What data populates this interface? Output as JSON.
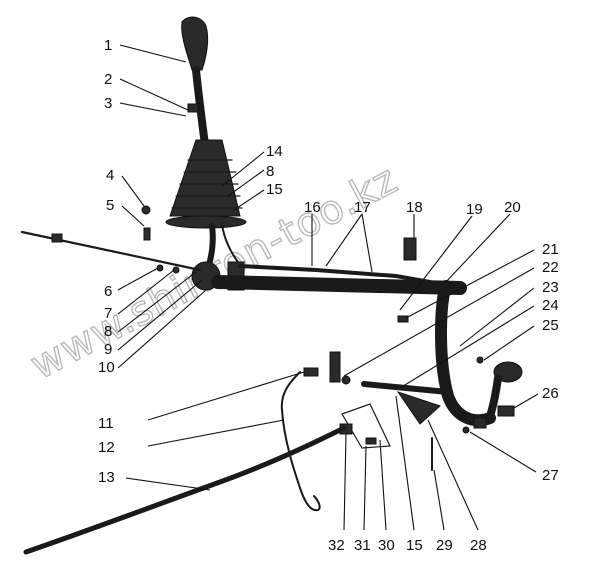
{
  "watermark": "www.shinron-too.kz",
  "callouts": {
    "c1": "1",
    "c2": "2",
    "c3": "3",
    "c4": "4",
    "c5": "5",
    "c6": "6",
    "c7": "7",
    "c8a": "8",
    "c9": "9",
    "c10": "10",
    "c11": "11",
    "c12": "12",
    "c13": "13",
    "c14": "14",
    "c8b": "8",
    "c15a": "15",
    "c16": "16",
    "c17": "17",
    "c18": "18",
    "c19": "19",
    "c20": "20",
    "c21": "21",
    "c22": "22",
    "c23": "23",
    "c24": "24",
    "c25": "25",
    "c26": "26",
    "c27": "27",
    "c32": "32",
    "c31": "31",
    "c30": "30",
    "c15b": "15",
    "c29": "29",
    "c28": "28"
  }
}
